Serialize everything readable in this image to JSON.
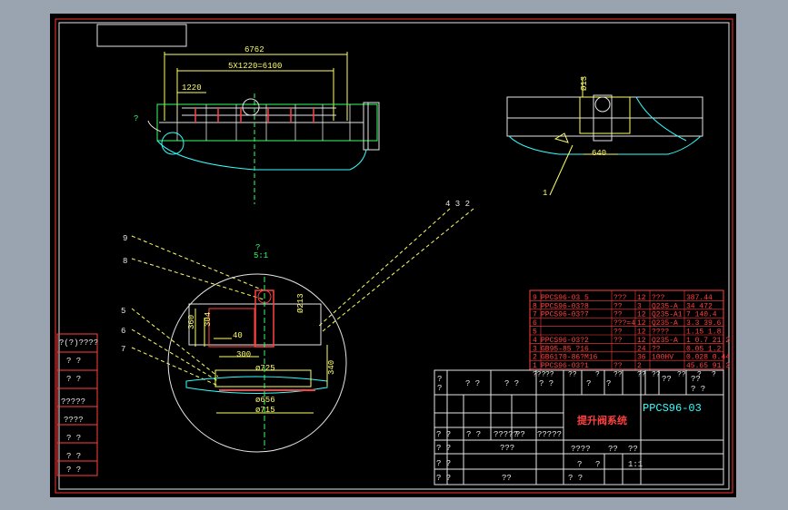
{
  "drawing": {
    "top_view": {
      "dim_overall": "6762",
      "dim_spacing": "5X1220=6100",
      "dim_left": "1220"
    },
    "side_view": {
      "dim_height": "Ø13",
      "dim_width": "640",
      "callout_1": "1"
    },
    "callouts_top": "4 3 2",
    "callouts_left": [
      "9",
      "8",
      "5",
      "6",
      "7"
    ],
    "detail": {
      "label": "?",
      "scale": "5:1",
      "dims": {
        "d360": "360",
        "d304": "304",
        "d40": "40",
        "d300": "300",
        "d340": "340",
        "d725": "ø725",
        "d656": "ø656",
        "d715": "ø715",
        "d213": "Ø213"
      }
    }
  },
  "revision_table": [
    "?(?)????",
    "?  ?",
    "?  ?",
    "?????",
    "????",
    "?  ?",
    "?  ?",
    "?  ?"
  ],
  "parts_list": [
    {
      "no": "9",
      "code": "PPCS96-03 5",
      "name": "???",
      "qty": "12",
      "mat": "???",
      "wt": "387.44"
    },
    {
      "no": "8",
      "code": "PPCS96-03?8",
      "name": "??",
      "qty": "3",
      "mat": "Q235-A",
      "wt": "34  472"
    },
    {
      "no": "7",
      "code": "PPCS96-03?7",
      "name": "??",
      "qty": "12",
      "mat": "Q235-A1",
      "wt": "7 140.4"
    },
    {
      "no": "6",
      "code": "",
      "name": "???=4",
      "qty": "12",
      "mat": "Q235-A",
      "wt": "3.3 39.6"
    },
    {
      "no": "5",
      "code": "",
      "name": "??",
      "qty": "12",
      "mat": "????",
      "wt": "1.15 1.8"
    },
    {
      "no": "4",
      "code": "PPCS96-03?2",
      "name": "??",
      "qty": "12",
      "mat": "Q235-A",
      "wt": "1 0.7 21.2"
    },
    {
      "no": "3",
      "code": "GB95-85 ?16",
      "name": "",
      "qty": "24",
      "mat": "??",
      "wt": "0.05 1.2"
    },
    {
      "no": "2",
      "code": "GB6170-86?M16",
      "name": "",
      "qty": "36",
      "mat": "100HV",
      "wt": "0.028 0.44"
    },
    {
      "no": "1",
      "code": "PPCS96-03?1",
      "name": "??",
      "qty": "2",
      "mat": "",
      "wt": "45.65 91.3"
    }
  ],
  "parts_header": [
    "???",
    "??",
    "??",
    "?",
    "??",
    "??",
    "??",
    "??",
    "?",
    "?"
  ],
  "title_block": {
    "drawing_no": "PPCS96-03",
    "title": "提升阀系统",
    "scale": "1:1",
    "cells_q": "?",
    "cells_qq": "? ?",
    "cells_q4": "????",
    "cells_q5": "?????",
    "cells_q3": "???",
    "cells_q2": "??"
  },
  "colors": {
    "background": "#000000",
    "frame_outer": "#ff3333",
    "lines_yellow": "#ffff66",
    "lines_green": "#33ff66",
    "lines_cyan": "#33ffff",
    "lines_white": "#e6e6e6",
    "parts_text": "#ff4040",
    "title_text": "#ff4040",
    "drawing_no": "#33ffff"
  }
}
